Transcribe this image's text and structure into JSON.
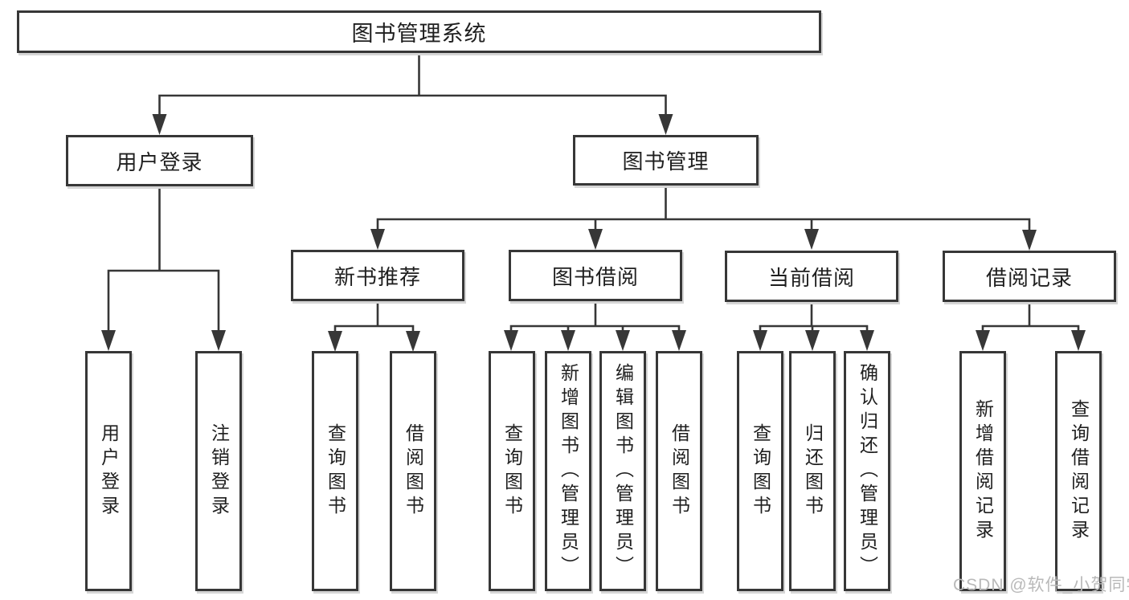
{
  "diagram": {
    "title": "图书管理系统",
    "watermark": "CSDN @软件_小贺同学",
    "colors": {
      "background": "#ffffff",
      "line": "#373737",
      "text": "#1f1f1f",
      "watermark": "#b9b9b9"
    },
    "nodes": {
      "root": {
        "label": "图书管理系统",
        "children": [
          "user_login",
          "book_mgmt"
        ]
      },
      "user_login": {
        "label": "用户登录",
        "children": [
          "leaf_user_login",
          "leaf_logout"
        ]
      },
      "book_mgmt": {
        "label": "图书管理",
        "children": [
          "new_book_rec",
          "book_borrow",
          "current_borrow",
          "borrow_records"
        ]
      },
      "new_book_rec": {
        "label": "新书推荐",
        "children": [
          "leaf_query_books_rec",
          "leaf_borrow_books_rec"
        ]
      },
      "book_borrow": {
        "label": "图书借阅",
        "children": [
          "leaf_query_books_borrow",
          "leaf_add_books",
          "leaf_edit_books",
          "leaf_borrow_books"
        ]
      },
      "current_borrow": {
        "label": "当前借阅",
        "children": [
          "leaf_query_books_current",
          "leaf_return_books",
          "leaf_confirm_return"
        ]
      },
      "borrow_records": {
        "label": "借阅记录",
        "children": [
          "leaf_add_borrow_record",
          "leaf_query_borrow_record"
        ]
      },
      "leaf_user_login": {
        "label": "用户登录"
      },
      "leaf_logout": {
        "label": "注销登录"
      },
      "leaf_query_books_rec": {
        "label": "查询图书"
      },
      "leaf_borrow_books_rec": {
        "label": "借阅图书"
      },
      "leaf_query_books_borrow": {
        "label": "查询图书"
      },
      "leaf_add_books": {
        "label": "新增图书（管理员）"
      },
      "leaf_edit_books": {
        "label": "编辑图书（管理员）"
      },
      "leaf_borrow_books": {
        "label": "借阅图书"
      },
      "leaf_query_books_current": {
        "label": "查询图书"
      },
      "leaf_return_books": {
        "label": "归还图书"
      },
      "leaf_confirm_return": {
        "label": "确认归还（管理员）"
      },
      "leaf_add_borrow_record": {
        "label": "新增借阅记录"
      },
      "leaf_query_borrow_record": {
        "label": "查询借阅记录"
      }
    }
  }
}
